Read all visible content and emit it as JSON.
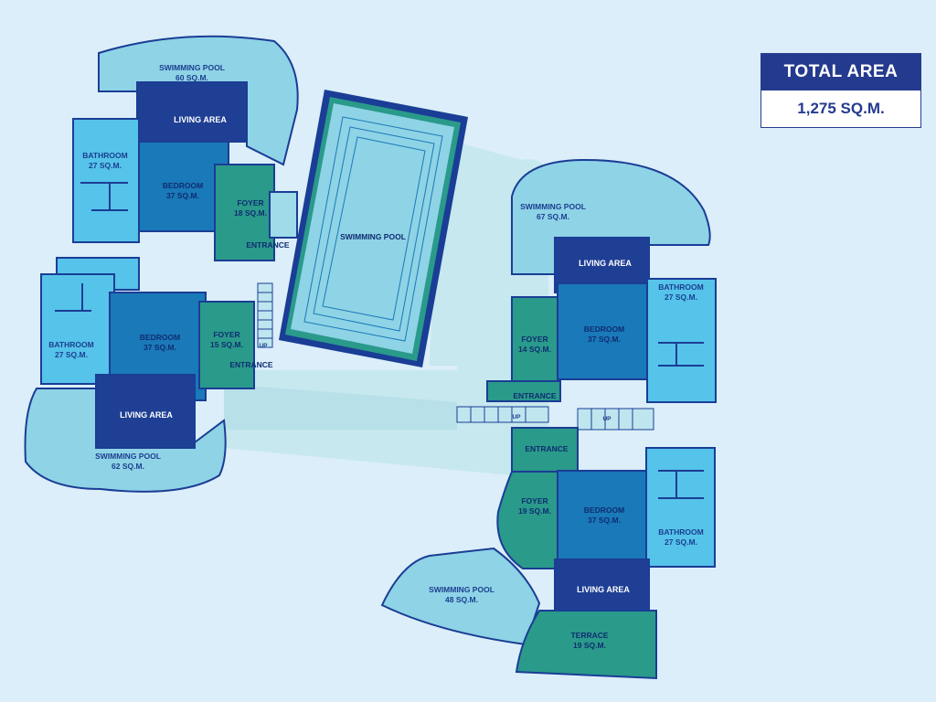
{
  "total": {
    "title": "TOTAL AREA",
    "value": "1,275 SQ.M."
  },
  "villa1": {
    "pool_name": "SWIMMING POOL",
    "pool_area": "60 SQ.M.",
    "living": "LIVING AREA",
    "bath_name": "BATHROOM",
    "bath_area": "27 SQ.M.",
    "bed_name": "BEDROOM",
    "bed_area": "37 SQ.M.",
    "foyer_name": "FOYER",
    "foyer_area": "18 SQ.M.",
    "entrance": "ENTRANCE"
  },
  "villa2": {
    "pool_name": "SWIMMING POOL",
    "pool_area": "62 SQ.M.",
    "living": "LIVING AREA",
    "bath_name": "BATHROOM",
    "bath_area": "27 SQ.M.",
    "bed_name": "BEDROOM",
    "bed_area": "37 SQ.M.",
    "foyer_name": "FOYER",
    "foyer_area": "15 SQ.M.",
    "entrance": "ENTRANCE",
    "up": "UP"
  },
  "main_pool": "SWIMMING POOL",
  "villa3": {
    "pool_name": "SWIMMING POOL",
    "pool_area": "67 SQ.M.",
    "living": "LIVING AREA",
    "bath_name": "BATHROOM",
    "bath_area": "27 SQ.M.",
    "bed_name": "BEDROOM",
    "bed_area": "37 SQ.M.",
    "foyer_name": "FOYER",
    "foyer_area": "14 SQ.M.",
    "entrance": "ENTRANCE",
    "up": "UP"
  },
  "villa4": {
    "entrance": "ENTRANCE",
    "up": "UP",
    "foyer_name": "FOYER",
    "foyer_area": "19 SQ.M.",
    "bed_name": "BEDROOM",
    "bed_area": "37 SQ.M.",
    "bath_name": "BATHROOM",
    "bath_area": "27 SQ.M.",
    "living": "LIVING AREA",
    "pool_name": "SWIMMING POOL",
    "pool_area": "48 SQ.M.",
    "terrace_name": "TERRACE",
    "terrace_area": "19 SQ.M."
  },
  "colors": {
    "background": "#dbeef9",
    "pool": "#8fd3e6",
    "living": "#1f3f94",
    "bedroom": "#1a79b8",
    "bathroom": "#55c3ea",
    "foyer": "#2a9a8a",
    "wall": "#1a3d95"
  }
}
